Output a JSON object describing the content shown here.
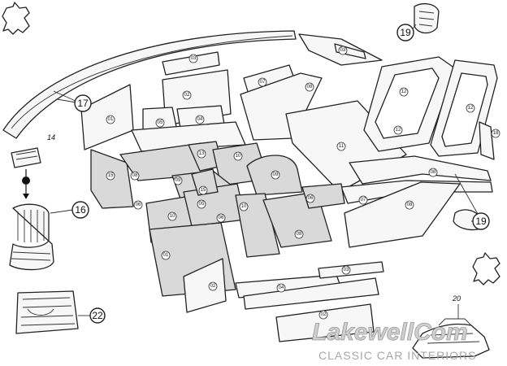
{
  "callouts": {
    "c14": "14",
    "c16": "16",
    "c17": "17",
    "c19a": "19",
    "c19b": "19",
    "c20": "20",
    "c22": "22"
  },
  "parts": {
    "p01a": "01",
    "p01b": "01",
    "p02a": "02",
    "p02b": "02",
    "p02c": "02",
    "p03a": "03",
    "p03b": "03",
    "p03c": "03",
    "p04a": "04",
    "p04b": "04",
    "p05a": "05",
    "p05b": "05",
    "p06a": "06",
    "p06b": "06",
    "p06c": "06",
    "p07a": "07",
    "p07b": "07",
    "p08a": "08",
    "p08b": "08",
    "p08c": "08",
    "p08d": "08",
    "p08e": "08",
    "p09a": "09",
    "p09b": "09",
    "p10a": "10",
    "p10b": "10",
    "p10c": "10",
    "p11": "11",
    "p12a": "12",
    "p12b": "12",
    "p12c": "12",
    "p13": "13",
    "p15a": "15",
    "p15b": "15",
    "p18": "18"
  },
  "brand": {
    "name": "LakewellCom",
    "tagline": "CLASSIC CAR INTERIORS"
  }
}
